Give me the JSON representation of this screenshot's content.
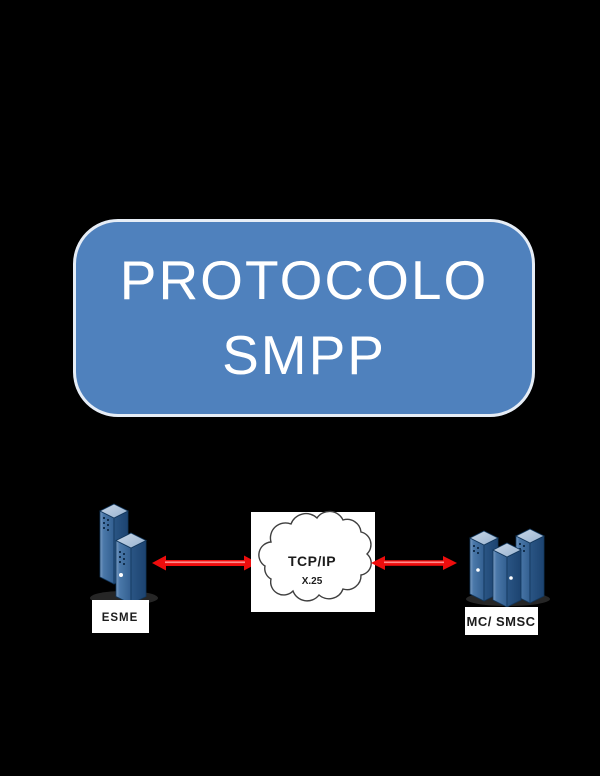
{
  "page": {
    "background_color": "#000000"
  },
  "title_banner": {
    "line1": "PROTOCOLO",
    "line2": "SMPP",
    "fill_color": "#4f81bd",
    "border_color": "#e6edf6",
    "text_color": "#ffffff"
  },
  "diagram": {
    "esme_node": {
      "label": "ESME"
    },
    "smsc_node": {
      "label": "MC/ SMSC"
    },
    "cloud": {
      "title": "TCP/IP",
      "subtitle": "X.25"
    },
    "colors": {
      "arrow_red": "#ee0d0d",
      "arrow_sheen": "#ff9a9a",
      "server_top": "#aec3da",
      "server_front": "#3e6d9e",
      "server_side": "#234e7d",
      "server_outline": "#12375c",
      "label_panel_bg": "#ffffff",
      "label_text": "#1c1c1c",
      "cloud_outline": "#3f3f3f"
    }
  }
}
